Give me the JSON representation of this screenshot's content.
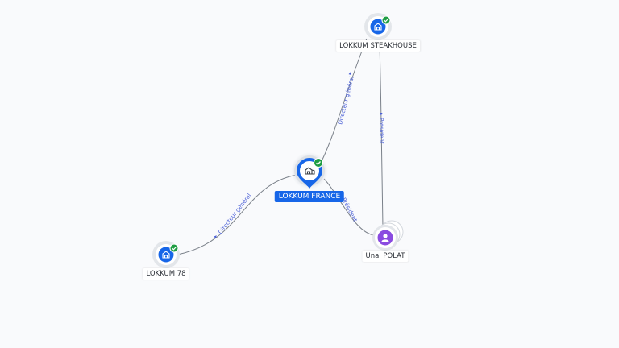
{
  "colors": {
    "company": "#1766e8",
    "person": "#8a4be0",
    "verified": "#1f9d43",
    "edge_label": "#4a5fd6"
  },
  "nodes": [
    {
      "id": "steakhouse",
      "label": "LOKKUM STEAKHOUSE",
      "kind": "company",
      "icon": "building-icon",
      "verified": true,
      "selected": false
    },
    {
      "id": "france",
      "label": "LOKKUM FRANCE",
      "kind": "company",
      "icon": "building-icon",
      "verified": true,
      "selected": true
    },
    {
      "id": "l78",
      "label": "LOKKUM 78",
      "kind": "company",
      "icon": "building-icon",
      "verified": true,
      "selected": false
    },
    {
      "id": "unal",
      "label": "Unal POLAT",
      "kind": "person",
      "icon": "person-icon",
      "verified": false,
      "selected": false
    }
  ],
  "edges": [
    {
      "id": "e1",
      "from": "france",
      "to": "steakhouse",
      "label": "Directeur général"
    },
    {
      "id": "e2",
      "from": "unal",
      "to": "steakhouse",
      "label": "Président"
    },
    {
      "id": "e3",
      "from": "l78",
      "to": "france",
      "label": "Directeur général"
    },
    {
      "id": "e4",
      "from": "unal",
      "to": "france",
      "label": "Président"
    }
  ]
}
